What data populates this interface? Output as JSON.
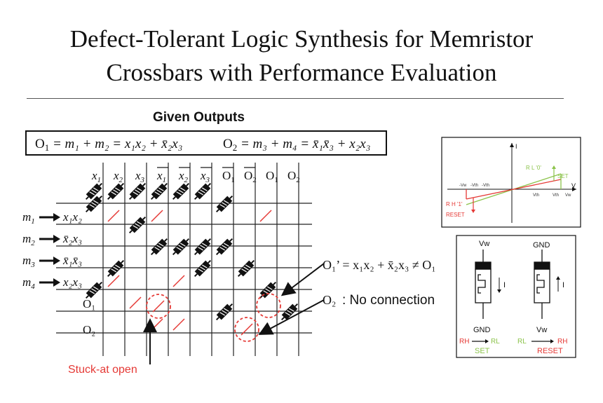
{
  "title": {
    "line1": "Defect-Tolerant Logic Synthesis for Memristor",
    "line2": "Crossbars with Performance Evaluation"
  },
  "given_outputs_label": "Given Outputs",
  "equations": {
    "o1": {
      "lhs": "O",
      "lhs_sub": "1",
      "m_terms": "= m₁ + m₂ =",
      "expr": "x₁x₂ + x̄₂x₃"
    },
    "o2": {
      "lhs": "O",
      "lhs_sub": "2",
      "m_terms": "= m₃ + m₄ =",
      "expr": "x̄₁x̄₃ + x₂x₃"
    }
  },
  "crossbar": {
    "columns": [
      "x",
      "x",
      "x",
      "x",
      "x",
      "x",
      "O",
      "O",
      "O",
      "O"
    ],
    "column_subs": [
      "1",
      "2",
      "3",
      "1",
      "2",
      "3",
      "1",
      "2",
      "1",
      "2"
    ],
    "column_negated": [
      false,
      false,
      false,
      true,
      true,
      true,
      true,
      true,
      false,
      false
    ],
    "rows": [
      {
        "minterm": "m",
        "minterm_sub": "1",
        "label": "x₁x₂"
      },
      {
        "minterm": "m",
        "minterm_sub": "2",
        "label": "x̄₂x₃"
      },
      {
        "minterm": "m",
        "minterm_sub": "3",
        "label": "x̄₁x̄₃"
      },
      {
        "minterm": "m",
        "minterm_sub": "4",
        "label": "x₂x₃"
      },
      {
        "minterm": "",
        "minterm_sub": "",
        "label": "O₁"
      },
      {
        "minterm": "",
        "minterm_sub": "",
        "label": "O₂"
      }
    ]
  },
  "annotations": {
    "o1_prime": "O₁’ = x₁x₂ + x̄₂x₃ ≠ O₁",
    "o2_label": "O₂",
    "o2_text": ": No connection",
    "stuck_at_open": "Stuck-at open"
  },
  "iv_plot": {
    "axis_y": "I",
    "axis_x": "V",
    "rl_label": "R L '0'",
    "set_label": "SET",
    "rh_label": "R H '1'",
    "reset_label": "RESET",
    "neg_ticks": [
      "-Vw",
      "-Vth",
      "-Vth"
    ],
    "pos_ticks": [
      "Vth",
      "Vth",
      "Vw"
    ]
  },
  "device_panel": {
    "left_top": "Vw",
    "right_top": "GND",
    "left_bottom": "GND",
    "right_bottom": "Vw",
    "current": "I",
    "left_transition": [
      "RH",
      "RL"
    ],
    "right_transition": [
      "RL",
      "RH"
    ],
    "left_caption": "SET",
    "right_caption": "RESET"
  },
  "colors": {
    "defect": "#e53935",
    "set_green": "#8bc34a",
    "reset_red": "#e53935"
  }
}
